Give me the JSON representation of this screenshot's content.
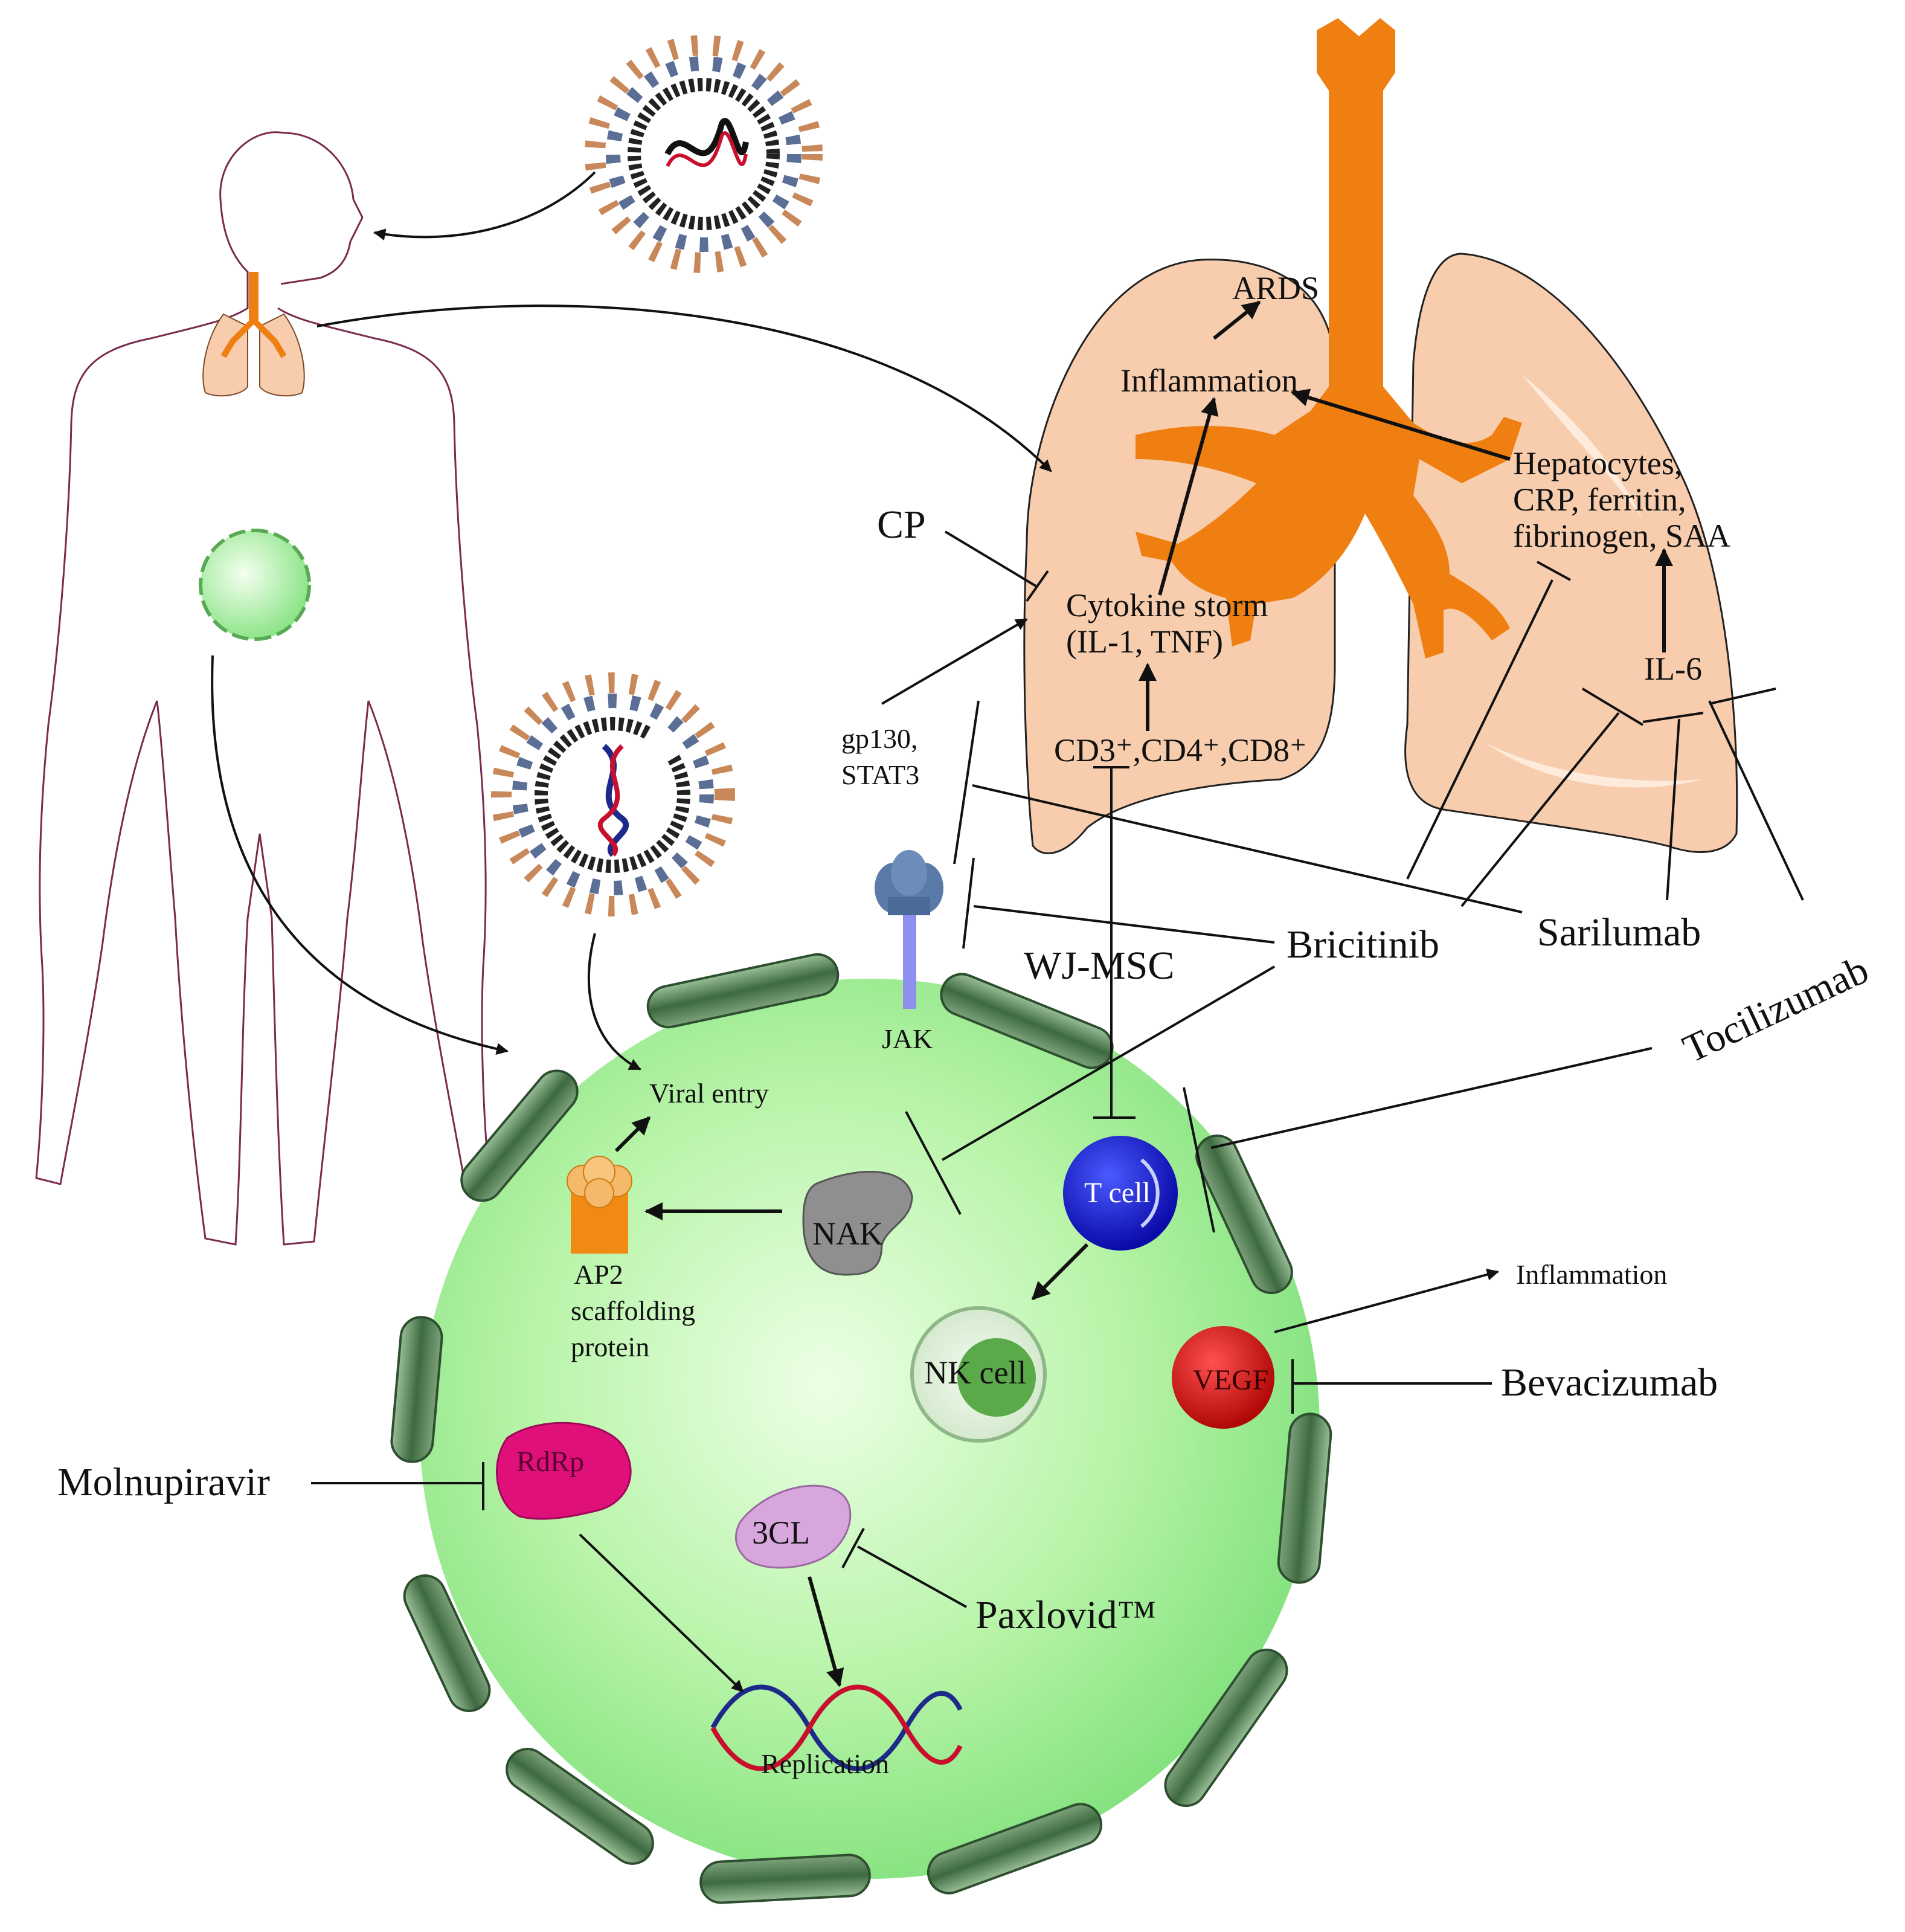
{
  "labels": {
    "ards": "ARDS",
    "inflammation_lung": "Inflammation",
    "hepatocytes_line1": "Hepatocytes,",
    "hepatocytes_line2": "CRP, ferritin,",
    "hepatocytes_line3": "fibrinogen, SAA",
    "cp": "CP",
    "cytokine_line1": "Cytokine storm",
    "cytokine_line2": "(IL-1, TNF)",
    "gp130_line1": "gp130,",
    "gp130_line2": "STAT3",
    "il6": "IL-6",
    "cd_markers": "CD3⁺,CD4⁺,CD8⁺",
    "jak": "JAK",
    "wj_msc": "WJ-MSC",
    "viral_entry": "Viral entry",
    "ap2_line1": "AP2",
    "ap2_line2": "scaffolding",
    "ap2_line3": "protein",
    "nak": "NAK",
    "t_cell": "T cell",
    "nk_cell": "NK cell",
    "vegf": "VEGF",
    "inflammation_cell": "Inflammation",
    "rdrp": "RdRp",
    "cl3": "3CL",
    "replication": "Replication"
  },
  "drugs": {
    "bricitinib": "Bricitinib",
    "sarilumab": "Sarilumab",
    "tocilizumab": "Tocilizumab",
    "bevacizumab": "Bevacizumab",
    "molnupiravir": "Molnupiravir",
    "paxlovid": "Paxlovid™"
  },
  "colors": {
    "lung_fill": "#F7CDAE",
    "airway": "#F07F12",
    "cell_fill": "#B6F2A8",
    "membrane": "#557A55",
    "t_cell": "#1414C8",
    "vegf": "#D01010",
    "rdrp": "#E0107A",
    "cl3": "#D6A6DC",
    "nak": "#8F8F8F",
    "ap2": "#F08A12",
    "jak": "#5A7AA8",
    "body_outline": "#7A2A4E",
    "virus_spike": "#C8885A"
  }
}
